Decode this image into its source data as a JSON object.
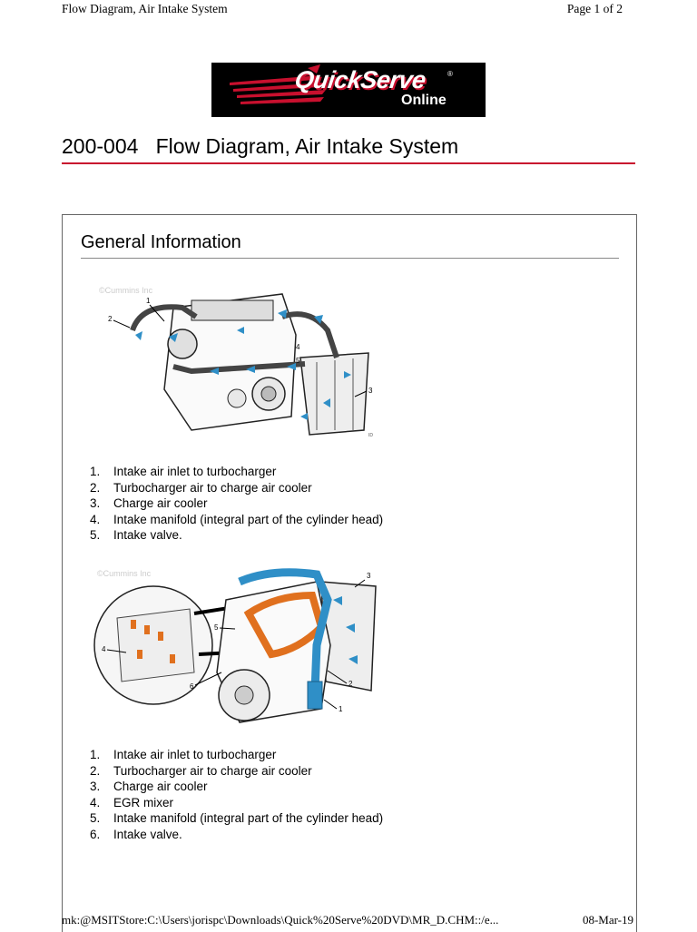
{
  "header": {
    "title": "Flow Diagram, Air Intake System",
    "page": "Page 1 of 2"
  },
  "logo": {
    "word": "QuickServe",
    "sub": "Online",
    "mark": "®"
  },
  "doc": {
    "title": "200-004   Flow Diagram, Air Intake System"
  },
  "section": {
    "heading": "General Information"
  },
  "figure1": {
    "watermark": "©Cummins Inc",
    "callouts": [
      "1",
      "2",
      "3",
      "4",
      "5"
    ],
    "items": [
      {
        "num": "1.",
        "text": "Intake air inlet to turbocharger"
      },
      {
        "num": "2.",
        "text": "Turbocharger air to charge air cooler"
      },
      {
        "num": "3.",
        "text": "Charge air cooler"
      },
      {
        "num": "4.",
        "text": "Intake manifold (integral part of the cylinder head)"
      },
      {
        "num": "5.",
        "text": "Intake valve."
      }
    ]
  },
  "figure2": {
    "watermark": "©Cummins Inc",
    "callouts": [
      "1",
      "2",
      "3",
      "4",
      "5",
      "6"
    ],
    "items": [
      {
        "num": "1.",
        "text": "Intake air inlet to turbocharger"
      },
      {
        "num": "2.",
        "text": "Turbocharger air to charge air cooler"
      },
      {
        "num": "3.",
        "text": "Charge air cooler"
      },
      {
        "num": "4.",
        "text": "EGR mixer"
      },
      {
        "num": "5.",
        "text": "Intake manifold (integral part of the cylinder head)"
      },
      {
        "num": "6.",
        "text": "Intake valve."
      }
    ]
  },
  "footer": {
    "path": "mk:@MSITStore:C:\\Users\\jorispc\\Downloads\\Quick%20Serve%20DVD\\MR_D.CHM::/e...",
    "date": "08-Mar-19"
  },
  "colors": {
    "accent": "#c8102e",
    "flow_blue": "#2f8fc7",
    "flow_orange": "#e0701e"
  }
}
